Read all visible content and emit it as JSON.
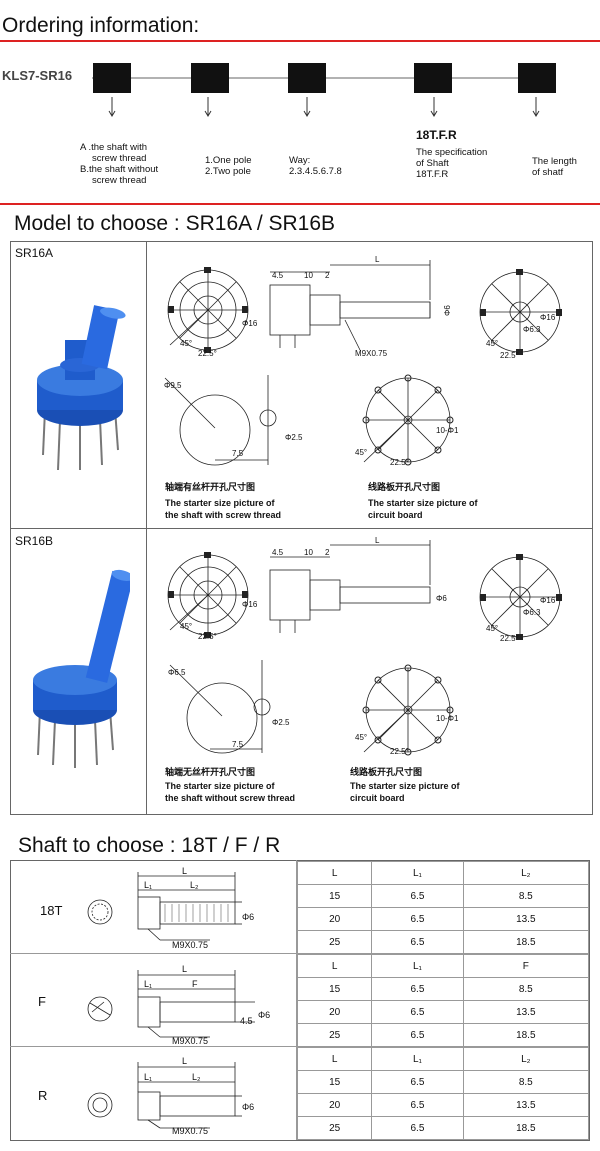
{
  "ordering": {
    "title": "Ordering information:",
    "code": "KLS7-SR16",
    "opt1_line1": "A .the shaft with",
    "opt1_line2": "screw thread",
    "opt1_line3": "B.the shaft without",
    "opt1_line4": "screw thread",
    "opt2_line1": "1.One pole",
    "opt2_line2": "2.Two pole",
    "opt3_line1": "Way:",
    "opt3_line2": "2.3.4.5.6.7.8",
    "opt4_head": "18T.F.R",
    "opt4_line1": "The specification",
    "opt4_line2": "of Shaft",
    "opt4_line3": "18T.F.R",
    "opt5_line1": "The length",
    "opt5_line2": "of shatf"
  },
  "model": {
    "title": "Model to choose : SR16A / SR16B",
    "a_label": "SR16A",
    "b_label": "SR16B",
    "dim_45": "4.5",
    "dim_10": "10",
    "dim_2": "2",
    "dim_L": "L",
    "dim_phi6": "Φ6",
    "dim_phi16": "Φ16",
    "dim_45deg": "45°",
    "dim_225": "22.5°",
    "dim_m9": "M9X0.75",
    "dim_phi95": "Φ9.5",
    "dim_phi65": "Φ6.5",
    "dim_75": "7.5",
    "dim_phi25": "Φ2.5",
    "dim_phi1": "10-Φ1",
    "dim_phi63": "Φ6.3",
    "a_cap1_cn": "轴端有丝杆开孔尺寸图",
    "a_cap1_l1": "The starter size picture of",
    "a_cap1_l2": "the shaft with screw thread",
    "a_cap2_cn": "线路板开孔尺寸图",
    "a_cap2_l1": "The starter size picture of",
    "a_cap2_l2": "circuit board",
    "b_cap1_cn": "轴端无丝杆开孔尺寸图",
    "b_cap1_l1": "The starter size picture of",
    "b_cap1_l2": "the shaft without screw thread",
    "b_cap2_cn": "线路板开孔尺寸图",
    "b_cap2_l1": "The starter size picture of",
    "b_cap2_l2": "circuit board"
  },
  "shaft": {
    "title": "Shaft to choose : 18T / F / R",
    "groups": [
      {
        "label": "18T",
        "headers": [
          "L",
          "L₁",
          "L₂"
        ],
        "rows": [
          [
            "15",
            "6.5",
            "8.5"
          ],
          [
            "20",
            "6.5",
            "13.5"
          ],
          [
            "25",
            "6.5",
            "18.5"
          ]
        ],
        "d_L": "L",
        "d_L1": "L₁",
        "d_L2": "L₂",
        "d_m": "M9X0.75",
        "d_phi": "Φ6"
      },
      {
        "label": "F",
        "headers": [
          "L",
          "L₁",
          "F"
        ],
        "rows": [
          [
            "15",
            "6.5",
            "8.5"
          ],
          [
            "20",
            "6.5",
            "13.5"
          ],
          [
            "25",
            "6.5",
            "18.5"
          ]
        ],
        "d_L": "L",
        "d_L1": "L₁",
        "d_L2": "F",
        "d_m": "M9X0.75",
        "d_phi": "Φ6",
        "d_45": "4.5"
      },
      {
        "label": "R",
        "headers": [
          "L",
          "L₁",
          "L₂"
        ],
        "rows": [
          [
            "15",
            "6.5",
            "8.5"
          ],
          [
            "20",
            "6.5",
            "13.5"
          ],
          [
            "25",
            "6.5",
            "18.5"
          ]
        ],
        "d_L": "L",
        "d_L1": "L₁",
        "d_L2": "L₂",
        "d_m": "M9X0.75",
        "d_phi": "Φ6"
      }
    ]
  },
  "colors": {
    "accent_red": "#dd2222",
    "knob_blue": "#1a56c9"
  }
}
